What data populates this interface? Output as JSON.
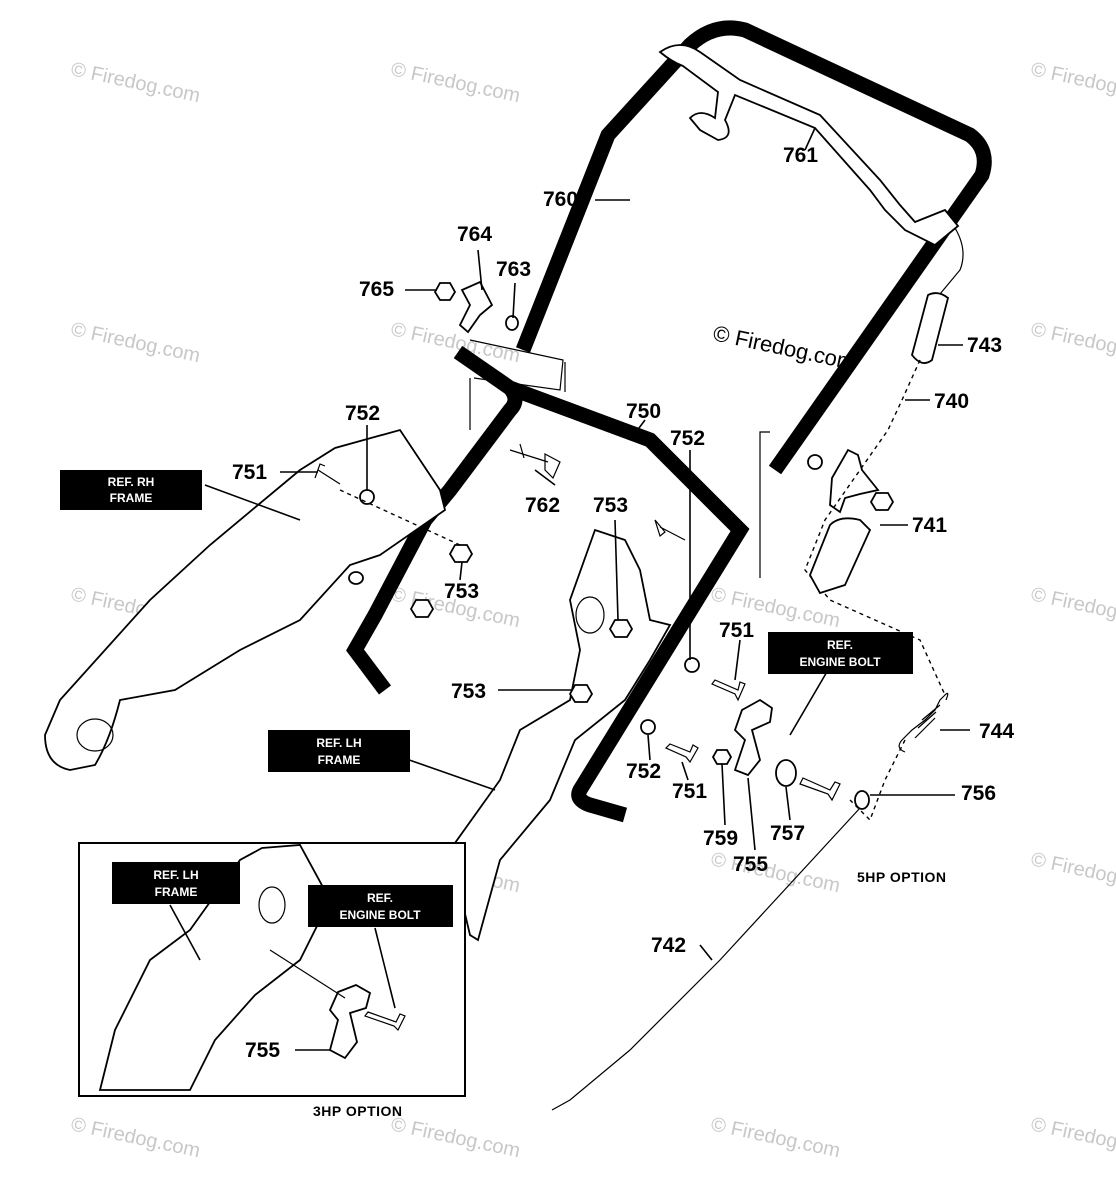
{
  "watermark": "© Firedog.com",
  "copyright": "© Firedog.com",
  "part_numbers": {
    "p760": "760",
    "p761": "761",
    "p764": "764",
    "p763": "763",
    "p765": "765",
    "p743": "743",
    "p740": "740",
    "p752a": "752",
    "p750": "750",
    "p752b": "752",
    "p751a": "751",
    "p762": "762",
    "p753a": "753",
    "p741": "741",
    "p753b": "753",
    "p751b": "751",
    "p753c": "753",
    "p744": "744",
    "p752c": "752",
    "p751c": "751",
    "p756": "756",
    "p759": "759",
    "p757": "757",
    "p755a": "755",
    "p742": "742",
    "p755b": "755"
  },
  "callouts": {
    "ref_rh_frame": [
      "REF. RH",
      "FRAME"
    ],
    "ref_lh_frame": [
      "REF. LH",
      "FRAME"
    ],
    "ref_engine_bolt": [
      "REF.",
      "ENGINE BOLT"
    ],
    "inset_lh_frame": [
      "REF. LH",
      "FRAME"
    ],
    "inset_engine_bolt": [
      "REF.",
      "ENGINE BOLT"
    ]
  },
  "options": {
    "hp5": "5HP OPTION",
    "hp3": "3HP OPTION"
  }
}
